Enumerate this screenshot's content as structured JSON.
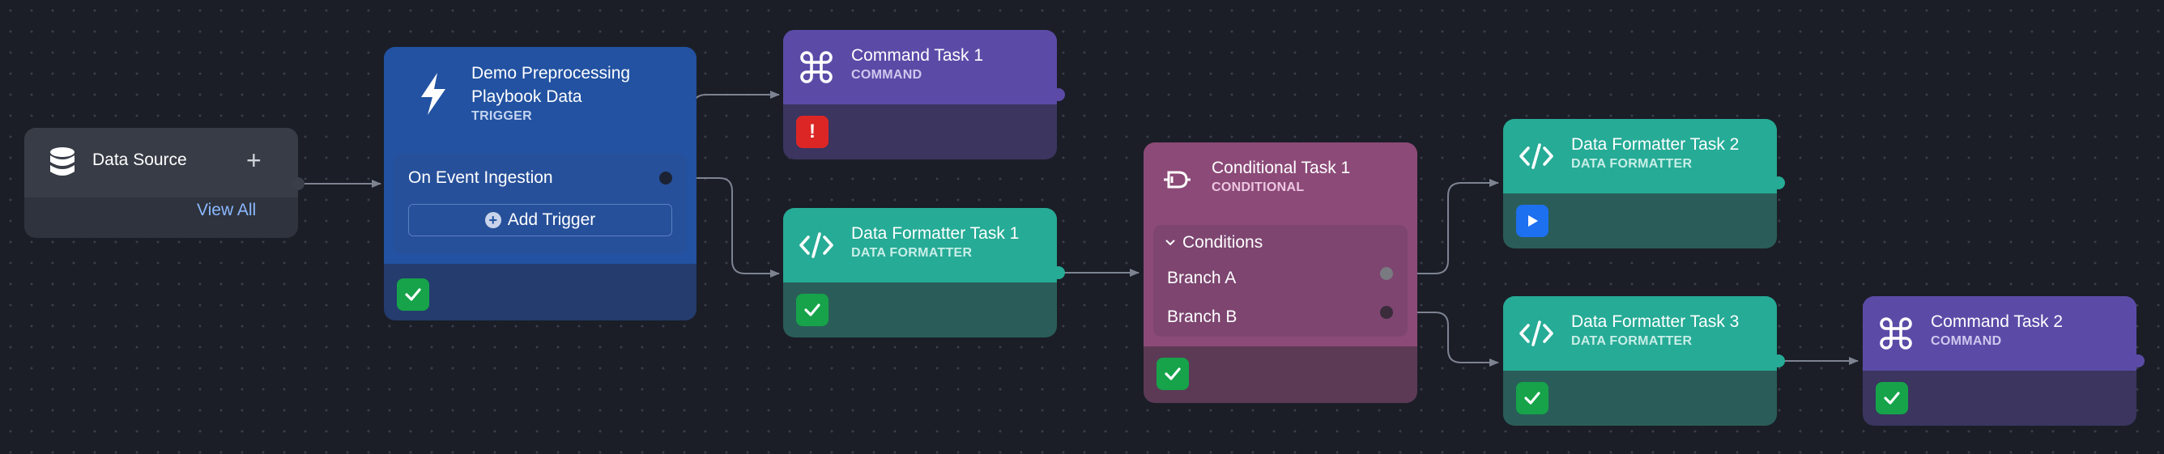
{
  "colors": {
    "background": "#1b1e27",
    "edge": "#7d8391",
    "command": "#5b4ba7",
    "formatter": "#26ab96",
    "conditional": "#8c4a78",
    "trigger": "#2252a1",
    "success": "#16a34a",
    "error": "#dc2626",
    "running": "#1d70f0"
  },
  "nodes": {
    "data_source": {
      "title": "Data Source",
      "add_label": "+",
      "view_all_label": "View All",
      "icon": "database-icon"
    },
    "trigger": {
      "title": "Demo Preprocessing Playbook Data",
      "type_label": "TRIGGER",
      "event_label": "On Event Ingestion",
      "add_trigger_label": "Add Trigger",
      "status": "success",
      "icon": "lightning-icon"
    },
    "command1": {
      "title": "Command Task 1",
      "type_label": "COMMAND",
      "status": "error",
      "icon": "command-icon"
    },
    "formatter1": {
      "title": "Data Formatter Task 1",
      "type_label": "DATA FORMATTER",
      "status": "success",
      "icon": "code-icon"
    },
    "conditional1": {
      "title": "Conditional Task 1",
      "type_label": "CONDITIONAL",
      "conditions_label": "Conditions",
      "branch_a_label": "Branch A",
      "branch_b_label": "Branch B",
      "status": "success",
      "icon": "conditional-icon"
    },
    "formatter2": {
      "title": "Data Formatter Task 2",
      "type_label": "DATA FORMATTER",
      "status": "running",
      "icon": "code-icon"
    },
    "formatter3": {
      "title": "Data Formatter Task 3",
      "type_label": "DATA FORMATTER",
      "status": "success",
      "icon": "code-icon"
    },
    "command2": {
      "title": "Command Task 2",
      "type_label": "COMMAND",
      "status": "success",
      "icon": "command-icon"
    }
  },
  "edges": [
    {
      "from": "data_source",
      "to": "trigger"
    },
    {
      "from": "trigger",
      "to": "command1"
    },
    {
      "from": "trigger",
      "to": "formatter1"
    },
    {
      "from": "formatter1",
      "to": "conditional1"
    },
    {
      "from": "conditional1.branch_a",
      "to": "formatter2"
    },
    {
      "from": "conditional1.branch_b",
      "to": "formatter3"
    },
    {
      "from": "formatter3",
      "to": "command2"
    }
  ]
}
